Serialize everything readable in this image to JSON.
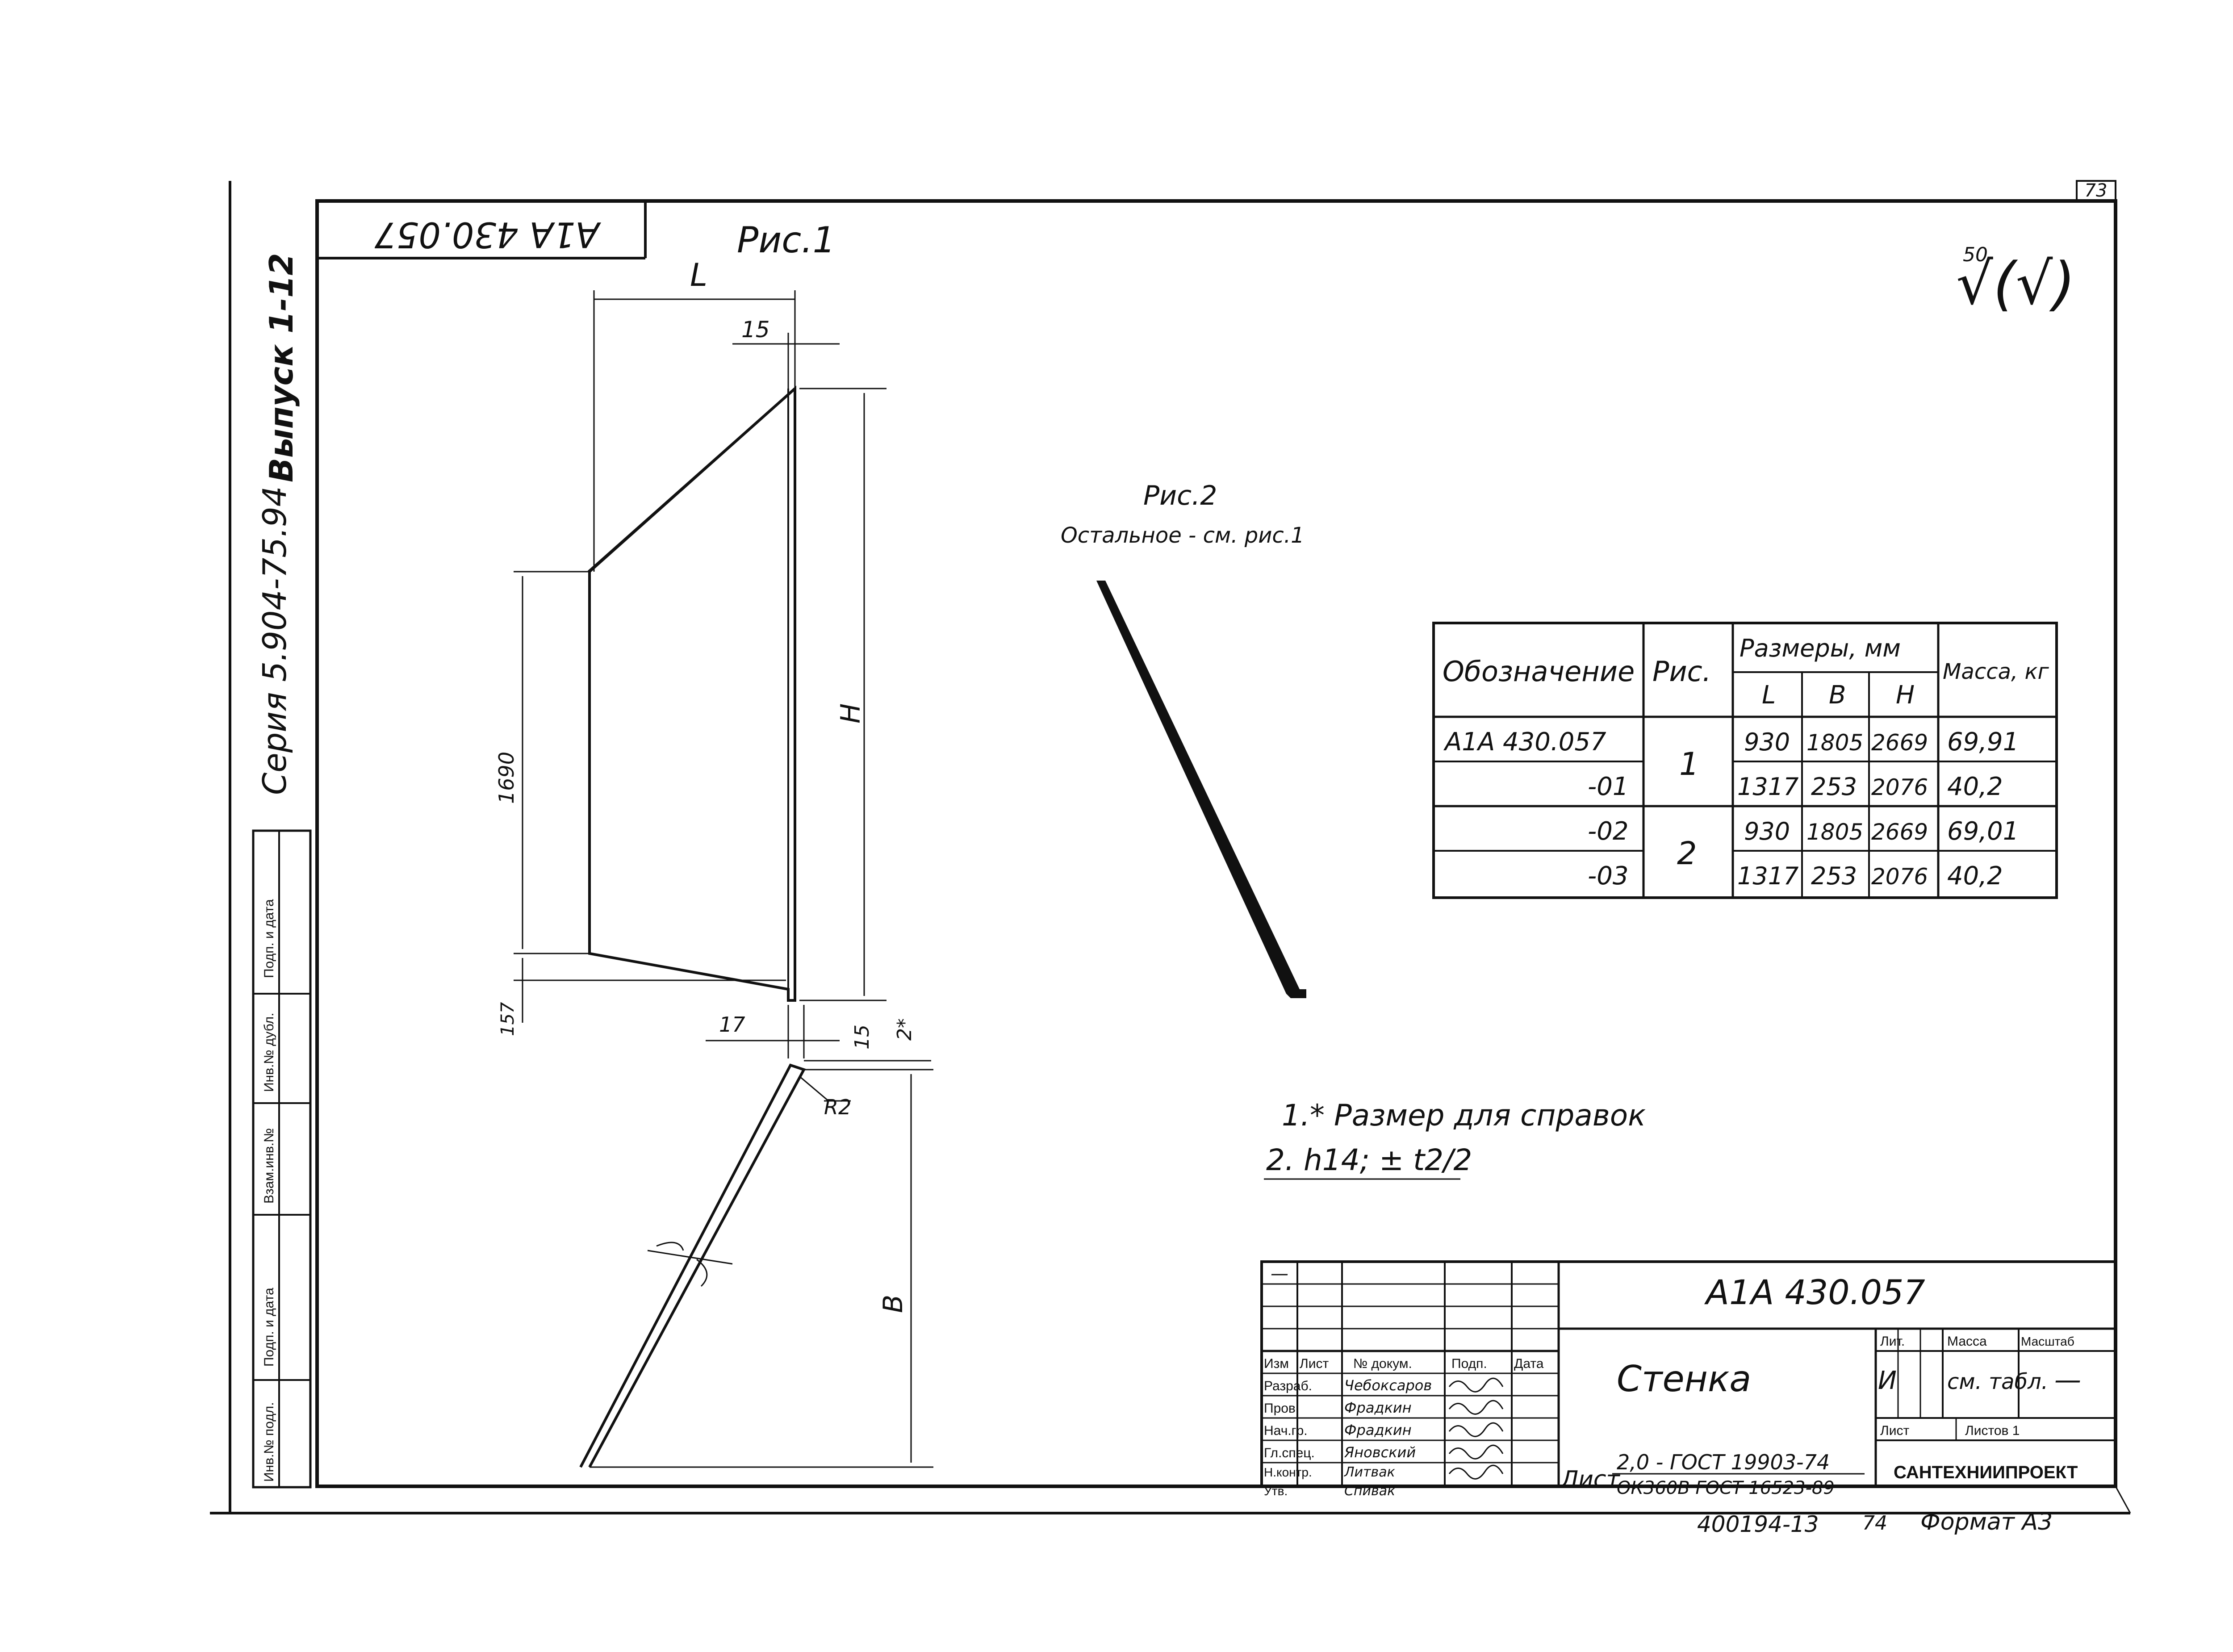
{
  "sheet": {
    "corner_number": "73",
    "top_code_rotated": "А1А 430.057",
    "roughness": {
      "value": "50",
      "symbol": "√(√)"
    }
  },
  "side_strip": {
    "series": "Серия 5.904-75.94",
    "issue": "Выпуск 1-12",
    "field_labels": [
      "Подп. и дата",
      "Инв.№ дубл.",
      "Взам.инв.№",
      "Подп. и дата",
      "Инв.№ подл."
    ]
  },
  "fig1": {
    "title": "Рис.1",
    "dims": {
      "L": "L",
      "d15_top": "15",
      "H": "H",
      "d1690": "1690",
      "d157": "157",
      "d17": "17",
      "d15_bottom": "15",
      "d2": "2*",
      "R2": "R2",
      "B": "B"
    }
  },
  "fig2": {
    "title": "Рис.2",
    "note": "Остальное - см. рис.1"
  },
  "table": {
    "headers": {
      "designation": "Обозначение",
      "fig": "Рис.",
      "sizes": "Размеры, мм",
      "mass": "Масса, кг",
      "sub": [
        "L",
        "B",
        "H"
      ]
    },
    "rows": [
      {
        "designation": "А1А 430.057",
        "fig": "1",
        "L": "930",
        "B": "1805",
        "H": "2669",
        "mass": "69,91"
      },
      {
        "designation": "-01",
        "fig": "",
        "L": "1317",
        "B": "253",
        "H": "2076",
        "mass": "40,2"
      },
      {
        "designation": "-02",
        "fig": "2",
        "L": "930",
        "B": "1805",
        "H": "2669",
        "mass": "69,01"
      },
      {
        "designation": "-03",
        "fig": "",
        "L": "1317",
        "B": "253",
        "H": "2076",
        "mass": "40,2"
      }
    ]
  },
  "notes": [
    "1.* Размер для справок",
    "2. h14; ± t2/2"
  ],
  "title_block": {
    "code": "А1А 430.057",
    "name": "Стенка",
    "lit_label": "Лит.",
    "mass_label": "Масса",
    "scale_label": "Масштаб",
    "lit_value": "И",
    "mass_value": "см. табл.",
    "scale_value": "—",
    "sheet_label": "Лист",
    "sheets_label": "Листов 1",
    "material_prefix": "Лист",
    "material_top": "2,0 - ГОСТ 19903-74",
    "material_bottom": "ОК360В ГОСТ 16523-89",
    "org": "САНТЕХНИИПРОЕКТ",
    "change_headers": [
      "Изм",
      "Лист",
      "№ докум.",
      "Подп.",
      "Дата"
    ],
    "roles": [
      {
        "role": "Разраб.",
        "name": "Чебоксаров"
      },
      {
        "role": "Пров.",
        "name": "Фрадкин"
      },
      {
        "role": "Нач.гр.",
        "name": "Фрадкин"
      },
      {
        "role": "Гл.спец.",
        "name": "Яновский"
      },
      {
        "role": "Н.контр.",
        "name": "Литвак"
      },
      {
        "role": "Утв.",
        "name": "Спивак"
      }
    ],
    "first_row_mark": "—"
  },
  "footer": {
    "inv": "400194-13",
    "page": "74",
    "format": "Формат А3"
  }
}
